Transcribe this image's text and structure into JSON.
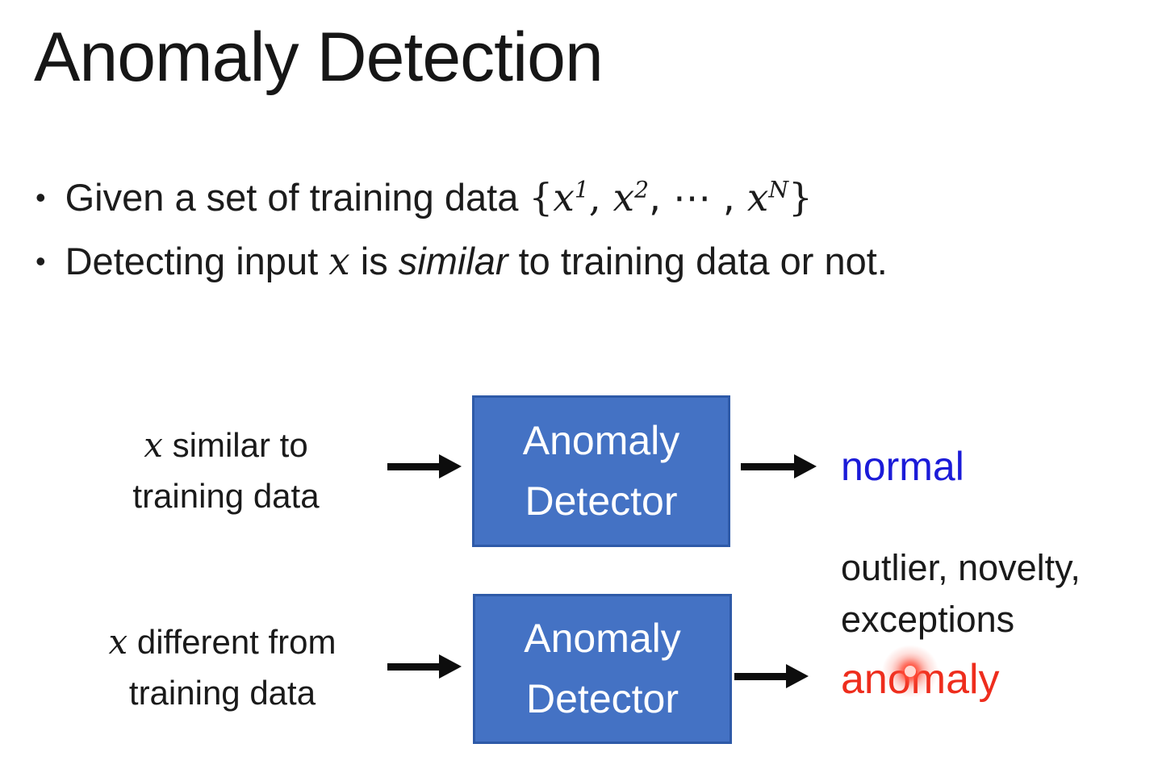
{
  "slide_title": "Anomaly Detection",
  "bullet1": {
    "prefix": "Given a set of training data ",
    "brace_open": "{",
    "x1_base": "x",
    "x1_sup": "1",
    "sep1": ", ",
    "x2_base": "x",
    "x2_sup": "2",
    "sep2": ", ⋯ , ",
    "xN_base": "x",
    "xN_sup": "N",
    "brace_close": "}"
  },
  "bullet2": {
    "part1": "Detecting input ",
    "math_x": "x",
    "part2": " is ",
    "italic_word": "similar",
    "part3": " to training data or not."
  },
  "diagram": {
    "row1": {
      "label_x": "x",
      "label_rest": " similar to",
      "label_line2": "training data",
      "box_line1": "Anomaly",
      "box_line2": "Detector",
      "output": "normal"
    },
    "row2": {
      "label_x": "x",
      "label_rest": " different from",
      "label_line2": "training data",
      "box_line1": "Anomaly",
      "box_line2": "Detector",
      "aka_line1": "outlier, novelty,",
      "aka_line2": "exceptions",
      "output": "anomaly"
    },
    "colors": {
      "box_fill": "#4472C4",
      "box_border": "#2E5AA8",
      "normal_text": "#1B1BD8",
      "anomaly_text": "#EE2D1D",
      "arrow": "#0D0D0D"
    }
  }
}
